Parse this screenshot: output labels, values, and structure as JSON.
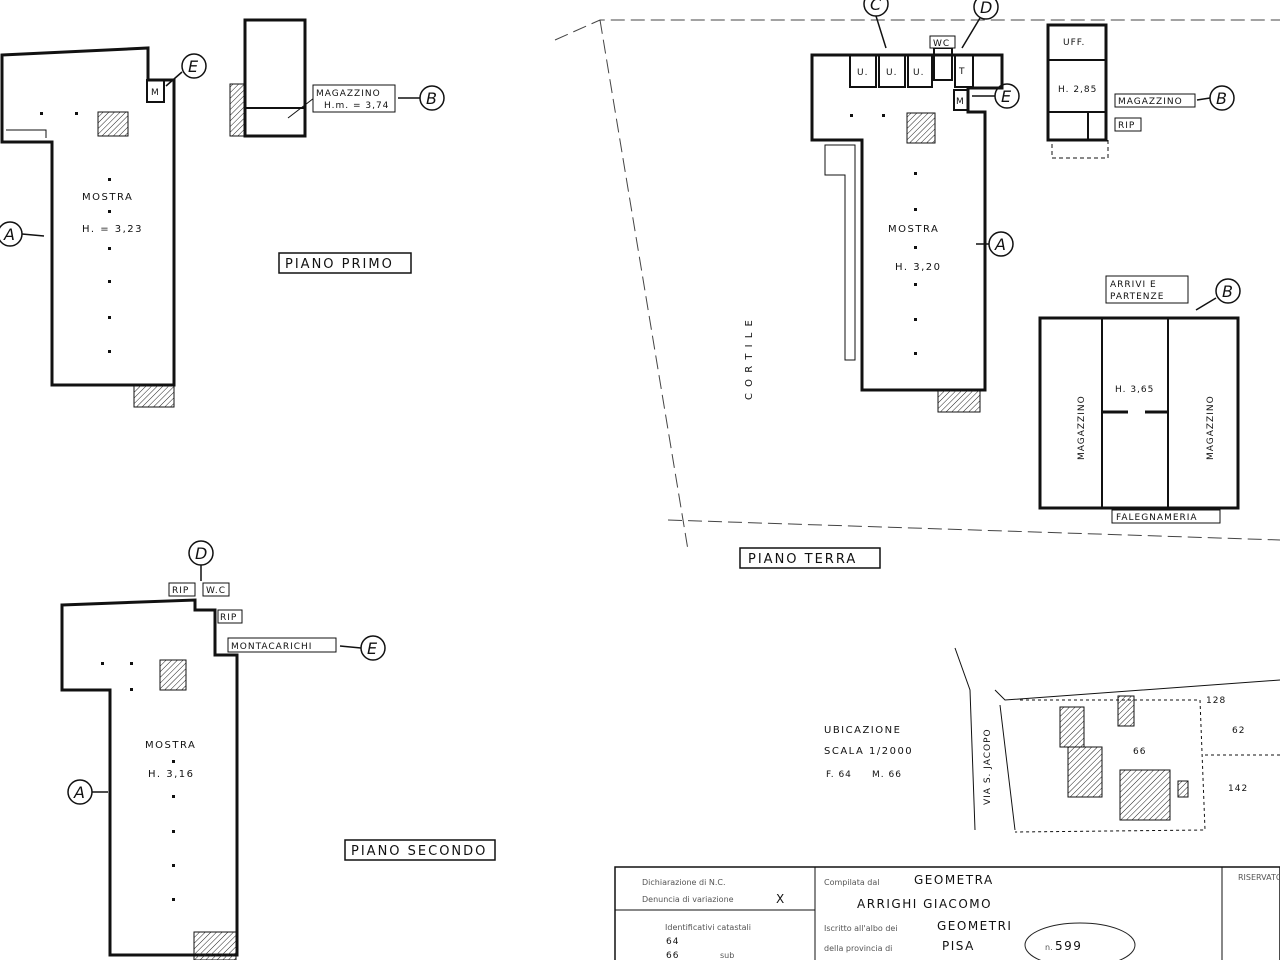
{
  "plans": {
    "primo": {
      "title": "PIANO PRIMO",
      "room": "MOSTRA",
      "height": "H. = 3,23",
      "m": "M",
      "store": "MAGAZZINO",
      "store_height": "H.m. = 3,74"
    },
    "secondo": {
      "title": "PIANO SECONDO",
      "room": "MOSTRA",
      "height": "H. 3,16",
      "rip1": "RIP",
      "wc": "W.C",
      "rip2": "RIP",
      "lift": "MONTACARICHI"
    },
    "terra": {
      "title": "PIANO TERRA",
      "room": "MOSTRA",
      "height": "H. 3,20",
      "courtyard": "C O R T I L E",
      "u": "U.",
      "wc": "WC",
      "t": "T",
      "m": "M",
      "office": "UFF.",
      "office_height": "H. 2,85",
      "store": "MAGAZZINO",
      "rip": "RIP",
      "arrivals1": "ARRIVI E",
      "arrivals2": "PARTENZE",
      "hall_height": "H. 3,65",
      "store_left": "MAGAZZINO",
      "store_right": "MAGAZZINO",
      "carpentry": "FALEGNAMERIA"
    }
  },
  "callouts": {
    "a": "A",
    "b": "B",
    "c": "C",
    "d": "D",
    "e": "E"
  },
  "location": {
    "l1": "UBICAZIONE",
    "l2": "SCALA 1/2000",
    "l3": "F. 64",
    "l4": "M. 66",
    "street": "VIA S. JACOPO",
    "p128": "128",
    "p62": "62",
    "p66": "66",
    "p142": "142"
  },
  "form": {
    "dichiarazione": "Dichiarazione di N.C.",
    "denuncia": "Denuncia di variazione",
    "mark": "X",
    "compilata": "Compilata dal",
    "qualifica": "GEOMETRA",
    "name": "ARRIGHI GIACOMO",
    "iscritto": "Iscritto all'albo dei",
    "albo": "GEOMETRI",
    "provincia": "della provincia di",
    "city": "PISA",
    "num_label": "n.",
    "num": "599",
    "ident": "Identificativi catastali",
    "f": "64",
    "m": "66",
    "sub": "sub",
    "riservato": "RISERVATO"
  }
}
